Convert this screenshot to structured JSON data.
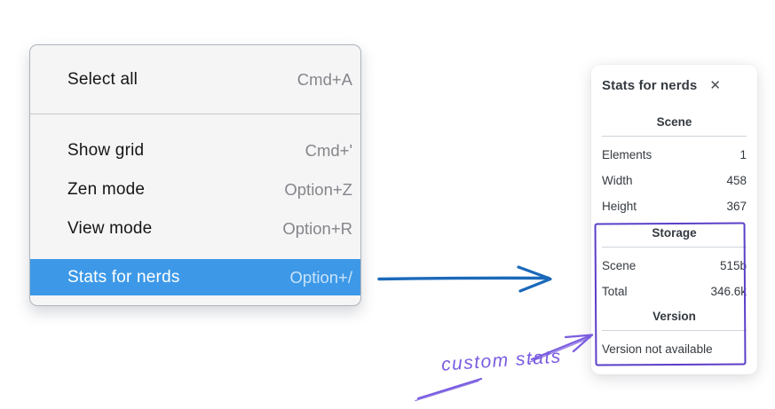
{
  "context_menu": {
    "items": [
      {
        "label": "Select all",
        "shortcut": "Cmd+A",
        "selected": false
      },
      {
        "label": "Show grid",
        "shortcut": "Cmd+'",
        "selected": false
      },
      {
        "label": "Zen mode",
        "shortcut": "Option+Z",
        "selected": false
      },
      {
        "label": "View mode",
        "shortcut": "Option+R",
        "selected": false
      },
      {
        "label": "Stats for nerds",
        "shortcut": "Option+/",
        "selected": true
      }
    ]
  },
  "stats_panel": {
    "title": "Stats for nerds",
    "close_icon": "✕",
    "scene_section": {
      "heading": "Scene",
      "rows": [
        {
          "label": "Elements",
          "value": "1"
        },
        {
          "label": "Width",
          "value": "458"
        },
        {
          "label": "Height",
          "value": "367"
        }
      ]
    },
    "storage_section": {
      "heading": "Storage",
      "rows": [
        {
          "label": "Scene",
          "value": "515b"
        },
        {
          "label": "Total",
          "value": "346.6k"
        }
      ]
    },
    "version_section": {
      "heading": "Version",
      "note": "Version not available"
    }
  },
  "annotations": {
    "custom_stats_label": "custom stats"
  },
  "colors": {
    "menu_bg": "#f5f5f6",
    "menu_border": "#adb4bb",
    "menu_highlight": "#3d99e8",
    "shortcut_gray": "#85868b",
    "arrow_blue": "#1b69ba",
    "box_purple": "#5b3fc8",
    "annotation_purple": "#7a5ce0",
    "panel_text": "#343a40",
    "separator": "#ced4da"
  }
}
